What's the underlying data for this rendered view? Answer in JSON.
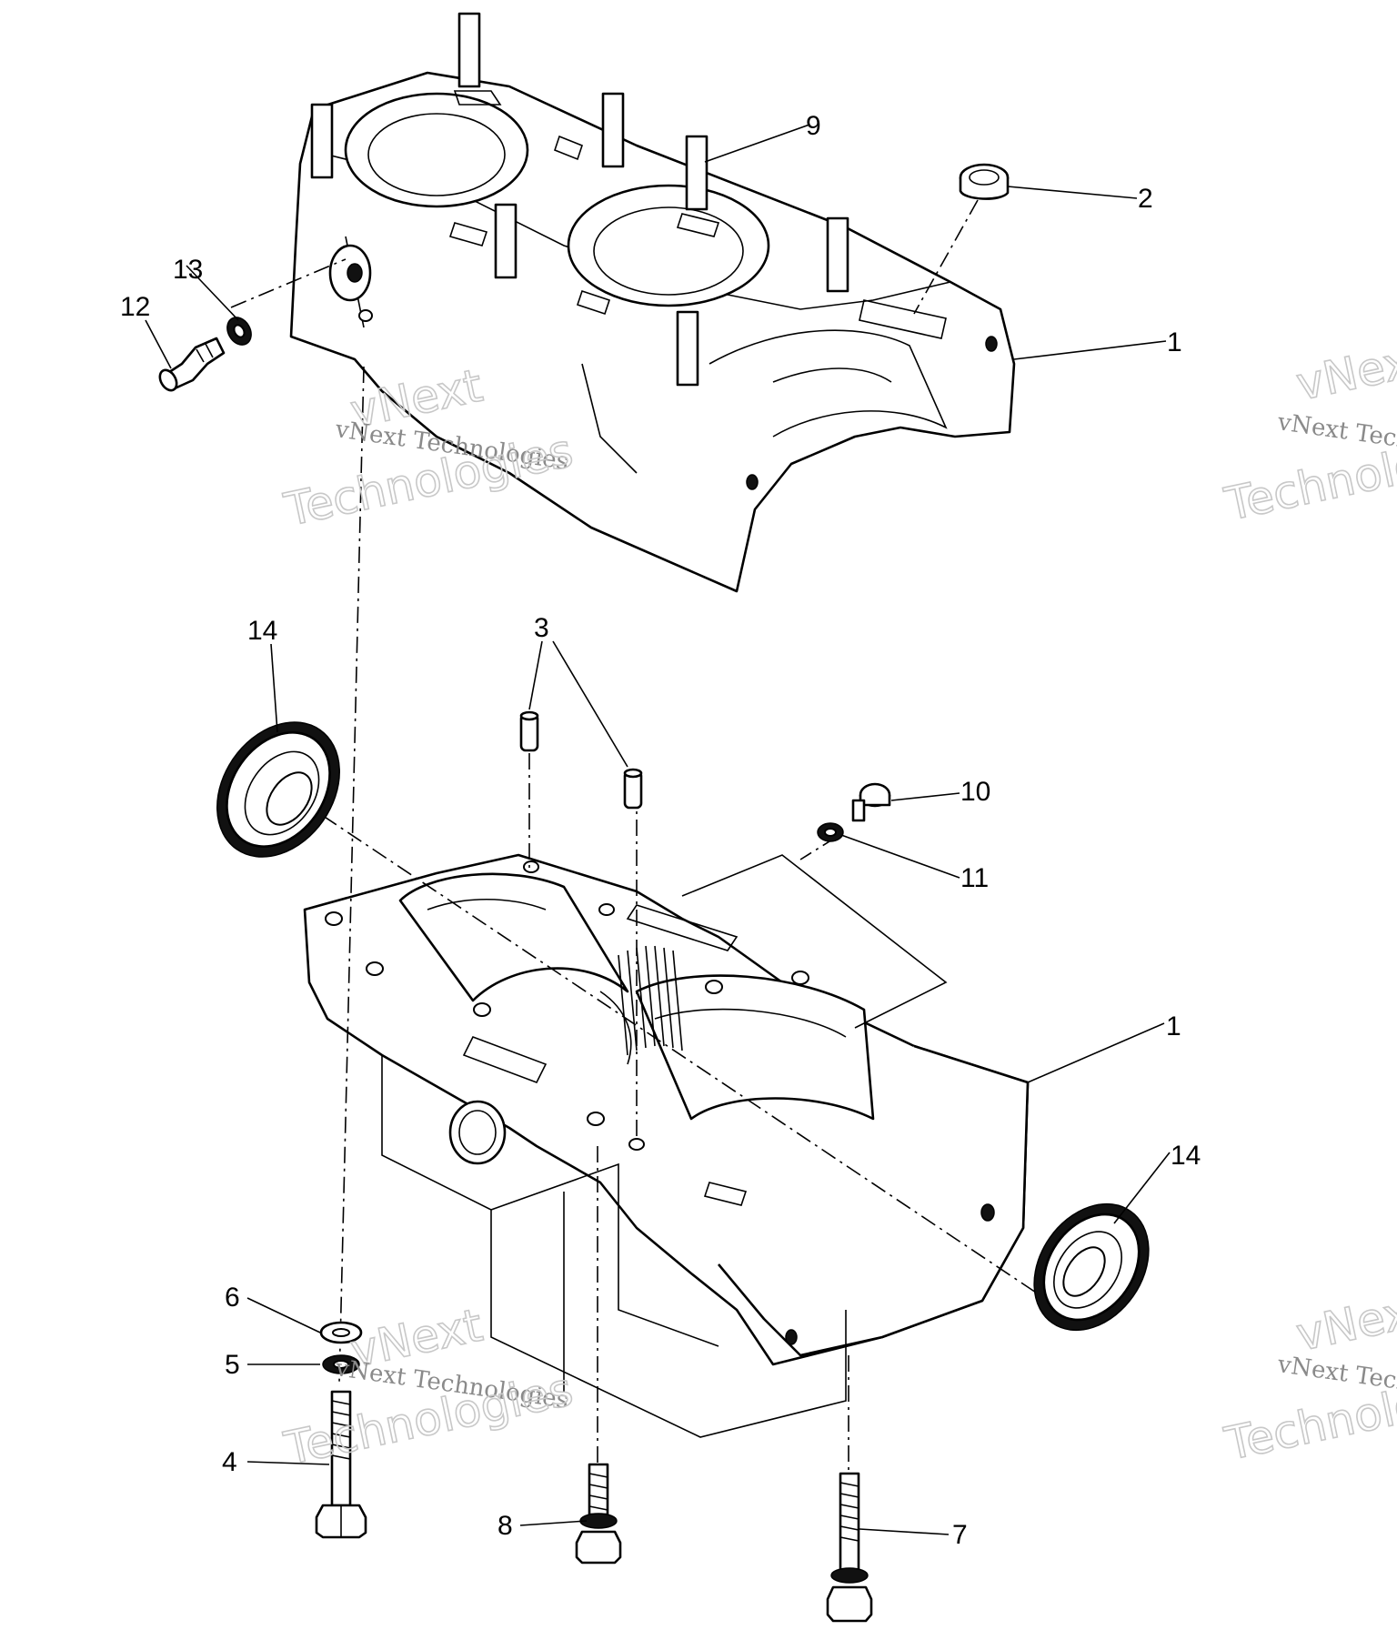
{
  "callouts": [
    {
      "id": "c1a",
      "label": "1"
    },
    {
      "id": "c1b",
      "label": "1"
    },
    {
      "id": "c2",
      "label": "2"
    },
    {
      "id": "c3",
      "label": "3"
    },
    {
      "id": "c4",
      "label": "4"
    },
    {
      "id": "c5",
      "label": "5"
    },
    {
      "id": "c6",
      "label": "6"
    },
    {
      "id": "c7",
      "label": "7"
    },
    {
      "id": "c8",
      "label": "8"
    },
    {
      "id": "c9",
      "label": "9"
    },
    {
      "id": "c10",
      "label": "10"
    },
    {
      "id": "c11",
      "label": "11"
    },
    {
      "id": "c12",
      "label": "12"
    },
    {
      "id": "c13",
      "label": "13"
    },
    {
      "id": "c14a",
      "label": "14"
    },
    {
      "id": "c14b",
      "label": "14"
    }
  ],
  "watermark": {
    "brand": "vNext",
    "word": "Technologies",
    "full": "vNext Technologies"
  }
}
